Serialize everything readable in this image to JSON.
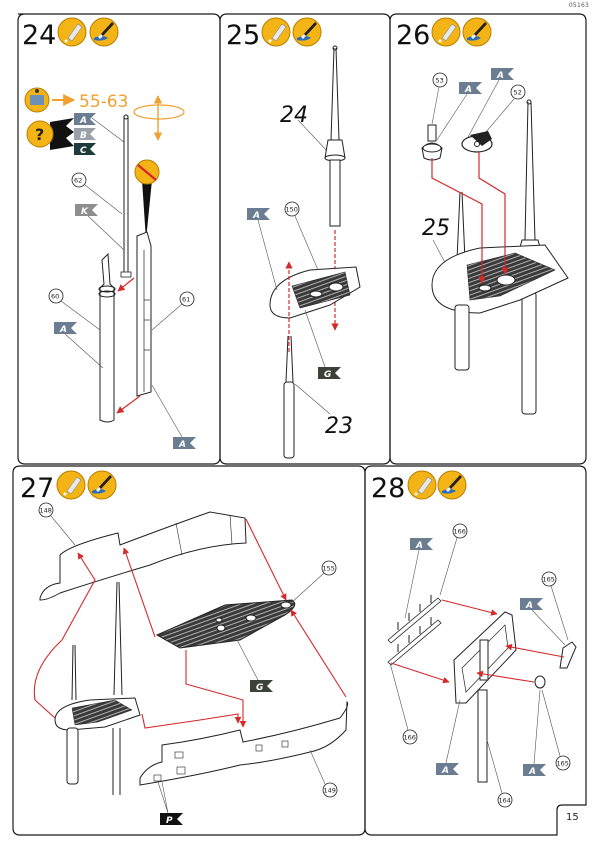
{
  "document": {
    "kit_code": "05163",
    "page_number": "15"
  },
  "colors": {
    "panel_border": "#1a1a1a",
    "arrow_red": "#d42a2a",
    "accent_orange": "#f0a030",
    "icon_yellow": "#f5b416",
    "flag_A": "#6b7e91",
    "flag_B": "#9aa1a8",
    "flag_C": "#1e3b3b",
    "flag_G": "#3d4238",
    "flag_K": "#8e8e8e",
    "flag_P": "#111111"
  },
  "steps": [
    {
      "number": "24",
      "icons": [
        "glue-icon",
        "paint-brush-icon"
      ],
      "reference": {
        "icon": "instruction-book-icon",
        "text": "55-63"
      },
      "color_question_flags": [
        "A",
        "B",
        "C"
      ],
      "no_glue_icon": true,
      "rotation_hint": "rotate-view-icon",
      "callouts": [
        "62",
        "60",
        "61"
      ],
      "flags": [
        "A",
        "K",
        "A",
        "A"
      ]
    },
    {
      "number": "25",
      "icons": [
        "glue-icon",
        "paint-brush-icon"
      ],
      "sub_assembly_labels": [
        "24",
        "23"
      ],
      "callouts": [
        "150"
      ],
      "flags": [
        "A",
        "G"
      ]
    },
    {
      "number": "26",
      "icons": [
        "glue-icon",
        "paint-brush-icon"
      ],
      "sub_assembly_labels": [
        "25"
      ],
      "callouts": [
        "53",
        "52"
      ],
      "flags": [
        "A",
        "A"
      ]
    },
    {
      "number": "27",
      "icons": [
        "glue-icon",
        "paint-brush-icon"
      ],
      "callouts": [
        "148",
        "155",
        "149"
      ],
      "flags": [
        "G",
        "P"
      ]
    },
    {
      "number": "28",
      "icons": [
        "glue-icon",
        "paint-brush-icon"
      ],
      "callouts": [
        "166",
        "165",
        "166",
        "164",
        "165"
      ],
      "flags": [
        "A",
        "A",
        "A",
        "A"
      ]
    }
  ]
}
